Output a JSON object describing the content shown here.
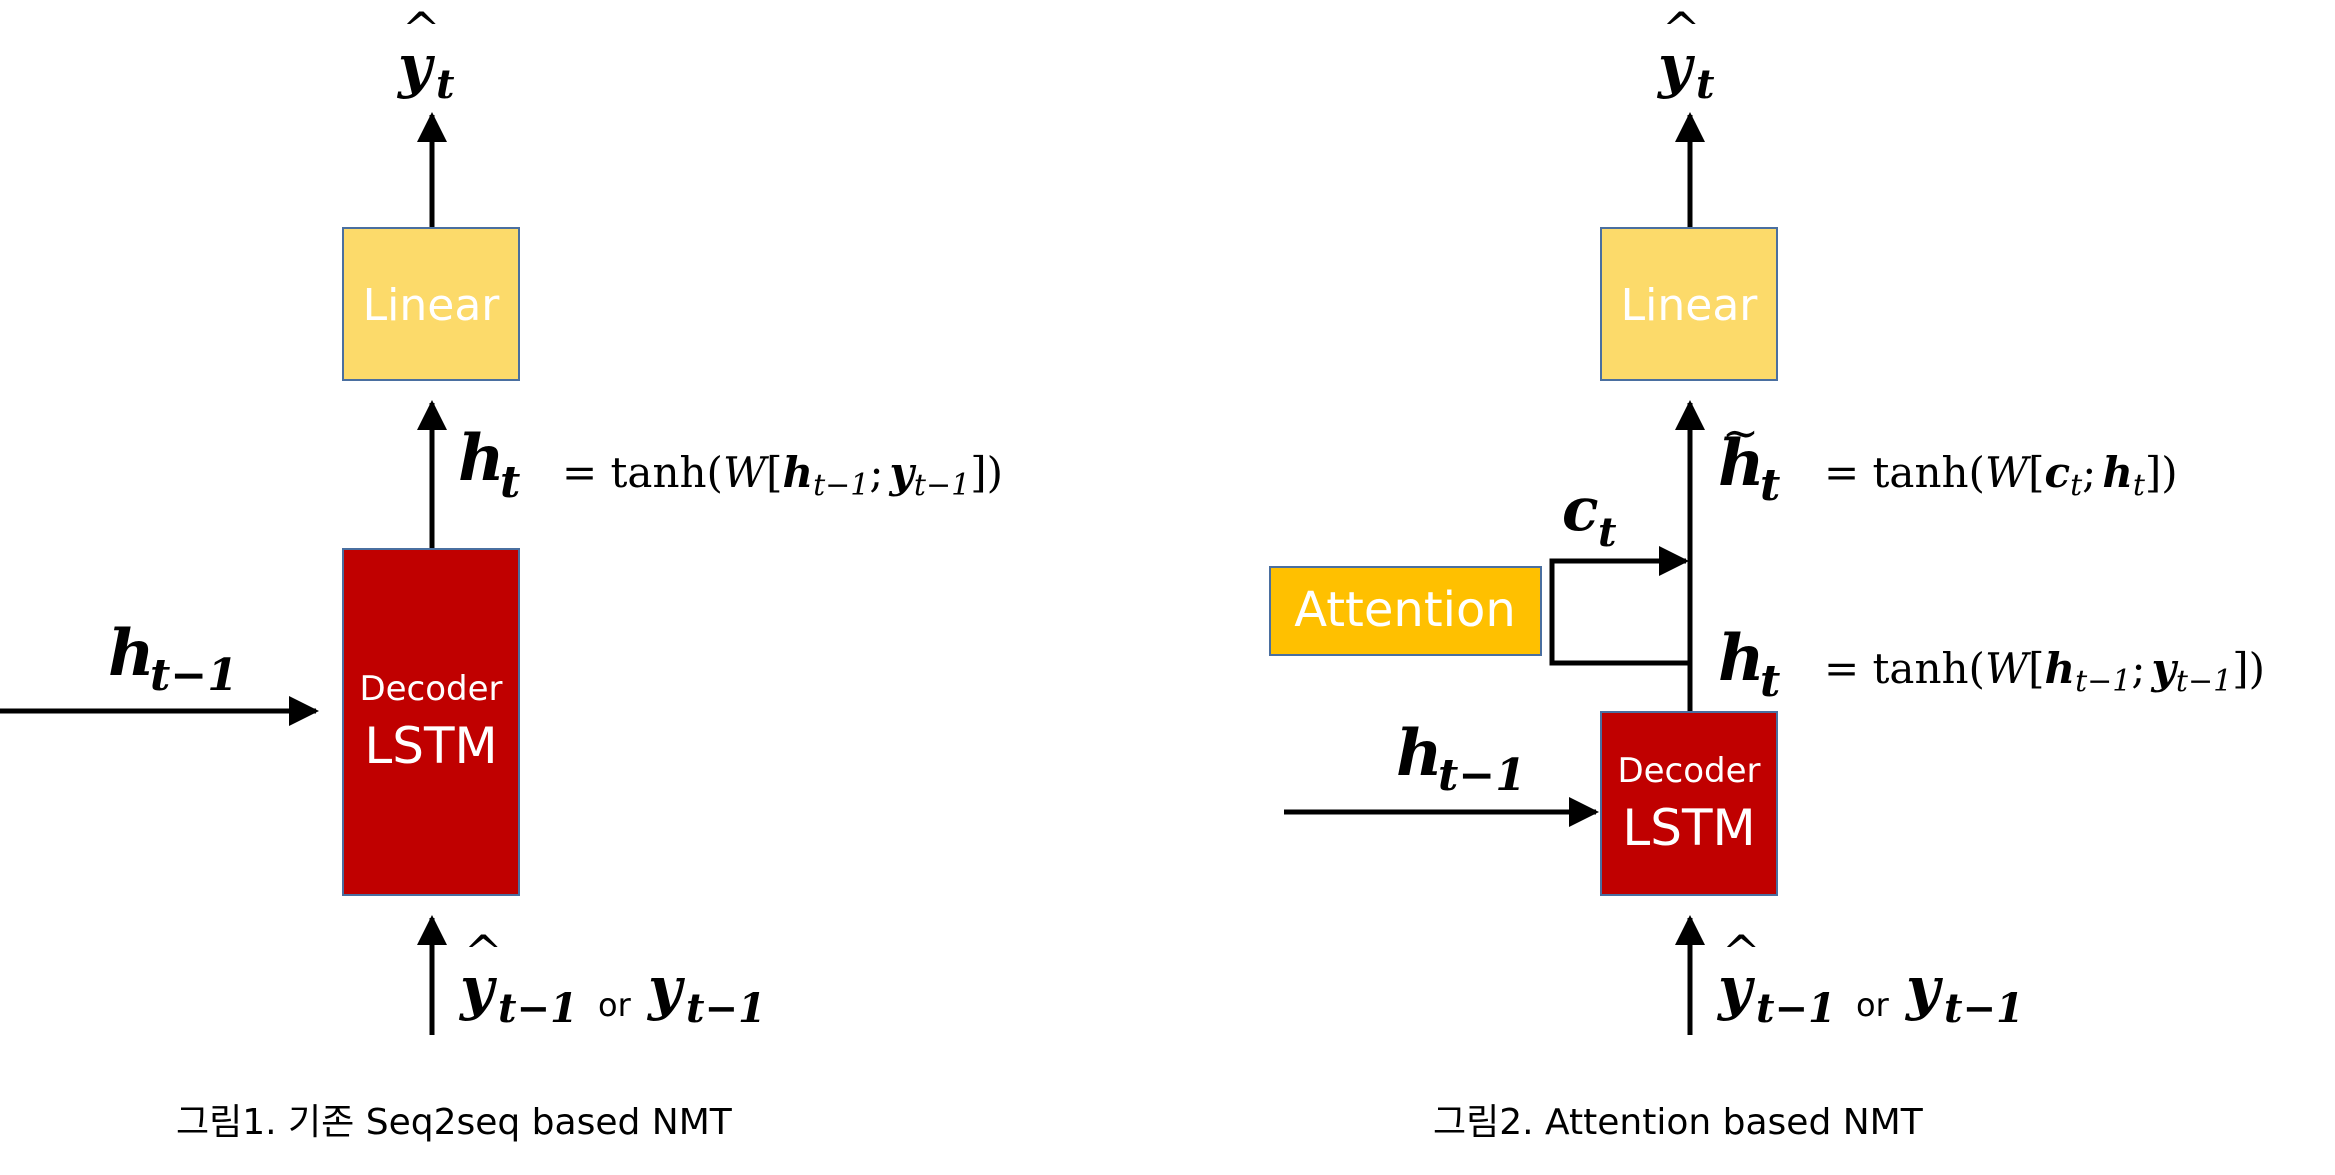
{
  "colors": {
    "linear_fill": "#FCDA6A",
    "linear_border": "#4A6FA0",
    "lstm_fill": "#C00000",
    "lstm_border": "#4A6FA0",
    "attention_fill": "#FFC000",
    "attention_border": "#4A6FA0",
    "line": "#000000"
  },
  "figure1": {
    "caption": "그림1. 기존 Seq2seq based NMT",
    "output": {
      "base": "y",
      "sub": "t",
      "accent": "hat"
    },
    "linear_label": "Linear",
    "lstm_label_top": "Decoder",
    "lstm_label_bottom": "LSTM",
    "hidden_label": {
      "base": "h",
      "sub": "t"
    },
    "hidden_equation": {
      "prefix": "= tanh(",
      "w": "W",
      "open_bracket": "[",
      "h": "h",
      "h_sub": "t−1",
      "sep": ";",
      "y": "y",
      "y_sub": "t−1",
      "close": "])"
    },
    "prev_hidden": {
      "base": "h",
      "sub": "t−1"
    },
    "input": {
      "a_base": "y",
      "a_sub": "t−1",
      "a_accent": "hat",
      "or": "or",
      "b_base": "y",
      "b_sub": "t−1"
    }
  },
  "figure2": {
    "caption": "그림2. Attention based NMT",
    "output": {
      "base": "y",
      "sub": "t",
      "accent": "hat"
    },
    "linear_label": "Linear",
    "attention_label": "Attention",
    "lstm_label_top": "Decoder",
    "lstm_label_bottom": "LSTM",
    "context_label": {
      "base": "c",
      "sub": "t"
    },
    "attn_hidden_label": {
      "base": "h",
      "sub": "t",
      "accent": "tilde"
    },
    "attn_hidden_equation": {
      "prefix": "= tanh(",
      "w": "W",
      "open_bracket": "[",
      "c": "c",
      "c_sub": "t",
      "sep": ";",
      "h": "h",
      "h_sub": "t",
      "close": "])"
    },
    "hidden_label": {
      "base": "h",
      "sub": "t"
    },
    "hidden_equation": {
      "prefix": "= tanh(",
      "w": "W",
      "open_bracket": "[",
      "h": "h",
      "h_sub": "t−1",
      "sep": ";",
      "y": "y",
      "y_sub": "t−1",
      "close": "])"
    },
    "prev_hidden": {
      "base": "h",
      "sub": "t−1"
    },
    "input": {
      "a_base": "y",
      "a_sub": "t−1",
      "a_accent": "hat",
      "or": "or",
      "b_base": "y",
      "b_sub": "t−1"
    }
  }
}
